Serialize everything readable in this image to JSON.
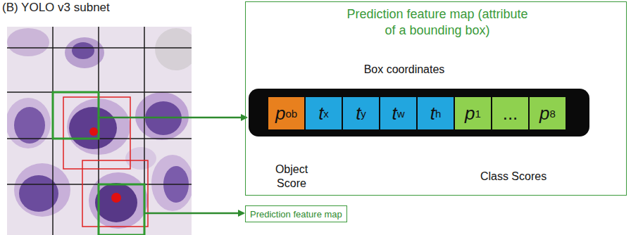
{
  "diagram": {
    "title": "(B) YOLO v3 subnet",
    "nodes": [
      {
        "text": [
          "Prediction feature map (attribute of a bounding box)"
        ]
      },
      {
        "text": [
          "p",
          "ob"
        ],
        "in": 0
      },
      {
        "text": [
          "t",
          "x"
        ],
        "in": 0
      },
      {
        "text": [
          "t",
          "y"
        ],
        "in": 0
      },
      {
        "text": [
          "t",
          "w"
        ],
        "in": 0
      },
      {
        "text": [
          "t",
          "h"
        ],
        "in": 0
      },
      {
        "text": [
          "p",
          "1"
        ],
        "in": 0
      },
      {
        "text": [
          "..."
        ],
        "in": 0
      },
      {
        "text": [
          "p",
          "8"
        ],
        "in": 0
      },
      {
        "text": [
          "Prediction feature map"
        ]
      }
    ],
    "labels": [
      "Box coordinates",
      "Object Score",
      "Class Scores"
    ]
  }
}
